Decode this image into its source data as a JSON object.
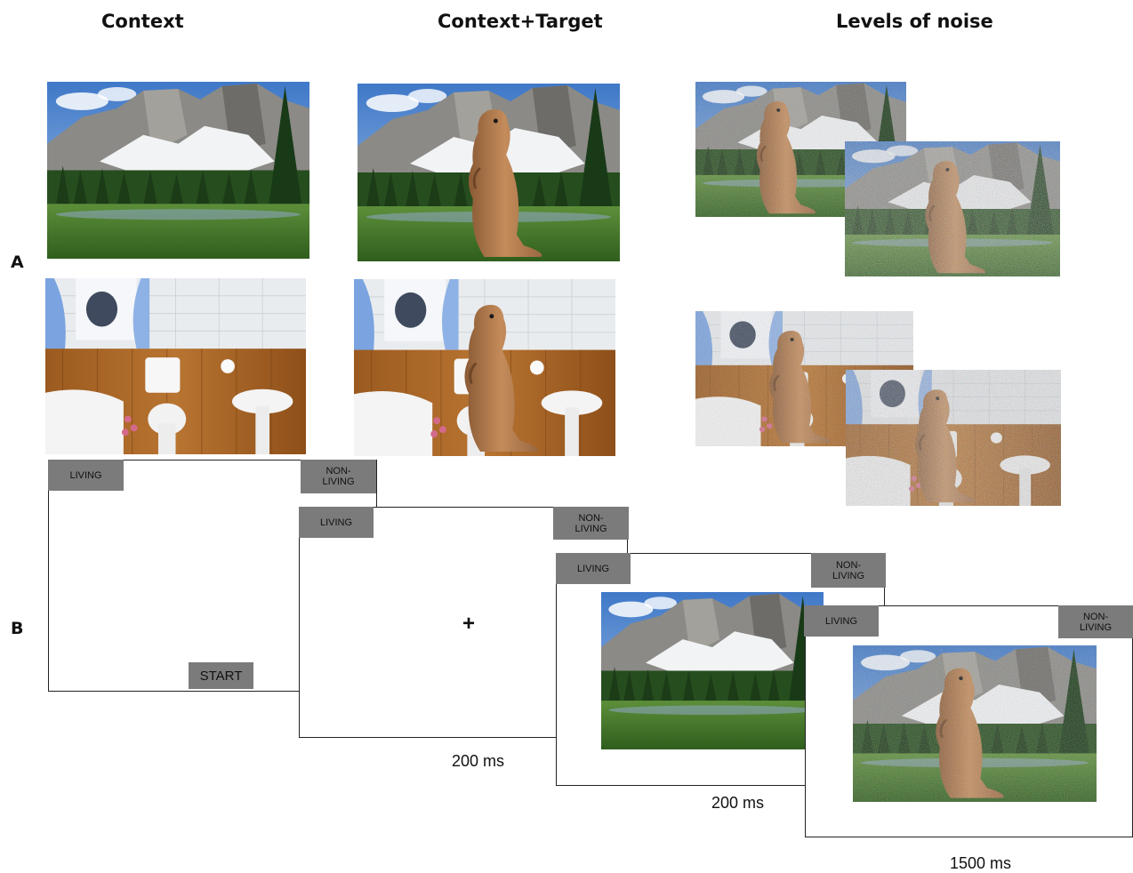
{
  "headings": {
    "context": "Context",
    "context_target": "Context+Target",
    "levels_of_noise": "Levels of noise"
  },
  "panels": {
    "a": "A",
    "b": "B"
  },
  "trial": {
    "key_left": "LIVING",
    "key_right": "NON-\nLIVING",
    "start_label": "START",
    "fixation": "+",
    "durations": [
      "200 ms",
      "200 ms",
      "1500 ms"
    ]
  },
  "icons": [
    "mountain-scene",
    "bathroom-scene",
    "prairie-dog",
    "noise-overlay"
  ],
  "colors": {
    "key_gray": "#7b7b7b",
    "frame_border": "#222222",
    "background": "#ffffff"
  }
}
